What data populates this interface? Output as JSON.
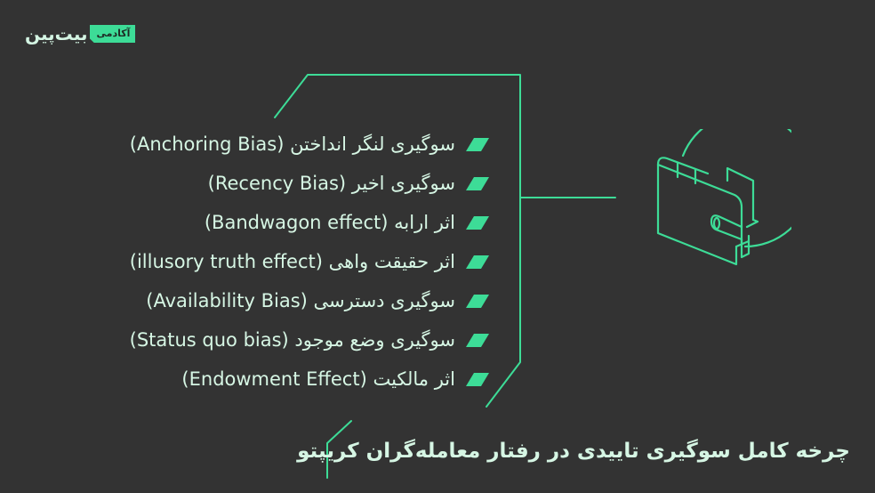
{
  "brand": {
    "name": "بیت‌پین",
    "badge": "آکادمی"
  },
  "list": {
    "items": [
      {
        "label": "سوگیری لنگر انداختن (Anchoring Bias)"
      },
      {
        "label": "سوگیری اخیر (Recency Bias)"
      },
      {
        "label": "اثر ارابه (Bandwagon effect)"
      },
      {
        "label": "اثر حقیقت واهی (illusory truth effect)"
      },
      {
        "label": "سوگیری دسترسی (Availability Bias)"
      },
      {
        "label": "سوگیری وضع موجود (Status quo bias)"
      },
      {
        "label": "اثر مالکیت (Endowment Effect)"
      }
    ],
    "bullet_icon": "parallelogram-bullet"
  },
  "illustration": {
    "icon": "wallet-cycle-icon"
  },
  "caption": {
    "title": "چرخه کامل سوگیری تاییدی در رفتار معامله‌گران کریپتو"
  },
  "colors": {
    "background": "#333333",
    "accent": "#3ddc97",
    "text": "#d6f6e4"
  }
}
